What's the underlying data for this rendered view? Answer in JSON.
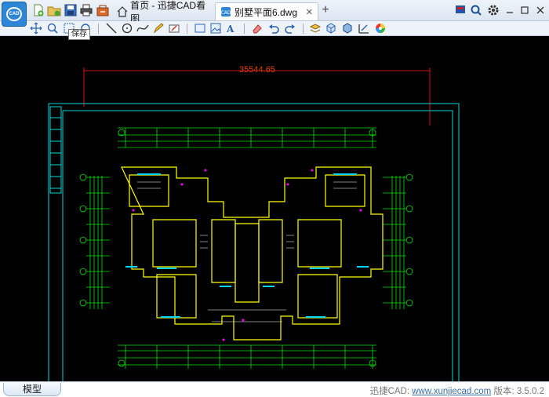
{
  "app": {
    "logo_text": "CAD"
  },
  "tabs": {
    "home_label": "首页 - 迅捷CAD看图",
    "file_label": "别墅平面6.dwg",
    "close_glyph": "✕",
    "add_glyph": "+"
  },
  "toolbar": {
    "tooltip": "保存"
  },
  "drawing": {
    "dimension_text": "35544.65",
    "colors": {
      "background": "#000000",
      "dimension": "#ff0000",
      "frame": "#00e0e0",
      "walls": "#ffff00",
      "lines": "#00ff00",
      "text": "#ff00ff"
    }
  },
  "statusbar": {
    "model_tab": "模型",
    "brand": "迅捷CAD: ",
    "link": "www.xunjiecad.com",
    "version": " 版本: 3.5.0.2"
  },
  "icons": {
    "quick": [
      "new-icon",
      "open-icon",
      "save-icon",
      "print-icon",
      "batch-icon"
    ],
    "window": [
      "pin-icon",
      "zoom-icon",
      "settings-icon",
      "minimize-icon",
      "maximize-icon",
      "close-icon"
    ]
  }
}
